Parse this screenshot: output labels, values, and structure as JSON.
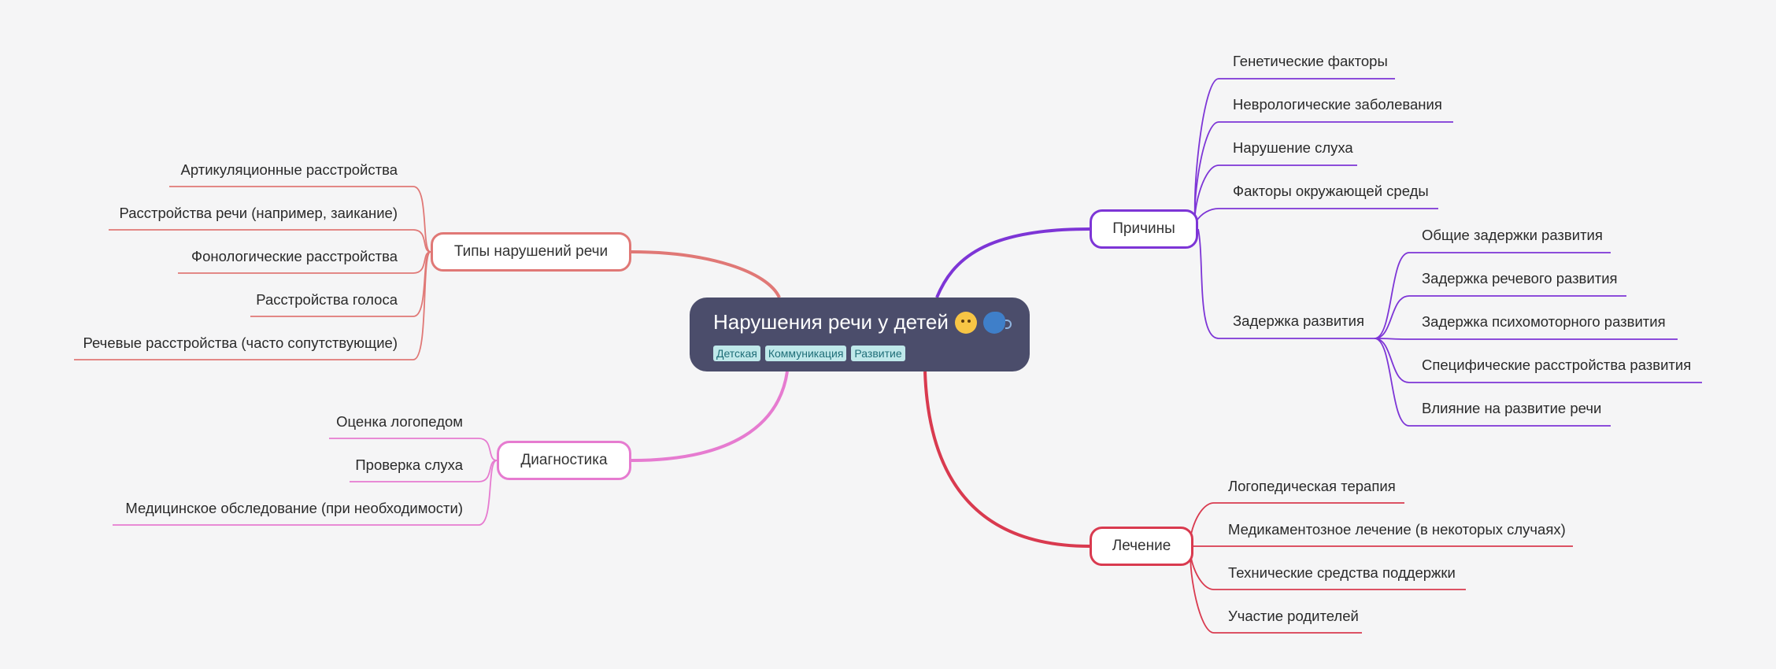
{
  "central": {
    "title": "Нарушения речи у детей",
    "tags": [
      "Детская",
      "Коммуникация",
      "Развитие"
    ]
  },
  "icons": [
    "baby-emoji-icon",
    "speaking-head-emoji-icon"
  ],
  "colors": {
    "background": "#f5f5f6",
    "central": "#4b4d6b",
    "types": "#e07876",
    "diagnostics": "#e67bd0",
    "causes": "#7d35d6",
    "treatment": "#d93a4f"
  },
  "branches": {
    "types": {
      "label": "Типы нарушений речи",
      "children": [
        "Артикуляционные расстройства",
        "Расстройства речи (например, заикание)",
        "Фонологические расстройства",
        "Расстройства голоса",
        "Речевые расстройства (часто сопутствующие)"
      ]
    },
    "diagnostics": {
      "label": "Диагностика",
      "children": [
        "Оценка логопедом",
        "Проверка слуха",
        "Медицинское обследование (при необходимости)"
      ]
    },
    "causes": {
      "label": "Причины",
      "children": [
        "Генетические факторы",
        "Неврологические заболевания",
        "Нарушение слуха",
        "Факторы окружающей среды",
        "Задержка развития"
      ],
      "delay": {
        "label": "Задержка развития",
        "children": [
          "Общие задержки развития",
          "Задержка речевого развития",
          "Задержка психомоторного развития",
          "Специфические расстройства развития",
          "Влияние на развитие речи"
        ]
      }
    },
    "treatment": {
      "label": "Лечение",
      "children": [
        "Логопедическая терапия",
        "Медикаментозное лечение (в некоторых случаях)",
        "Технические средства поддержки",
        "Участие родителей"
      ]
    }
  }
}
